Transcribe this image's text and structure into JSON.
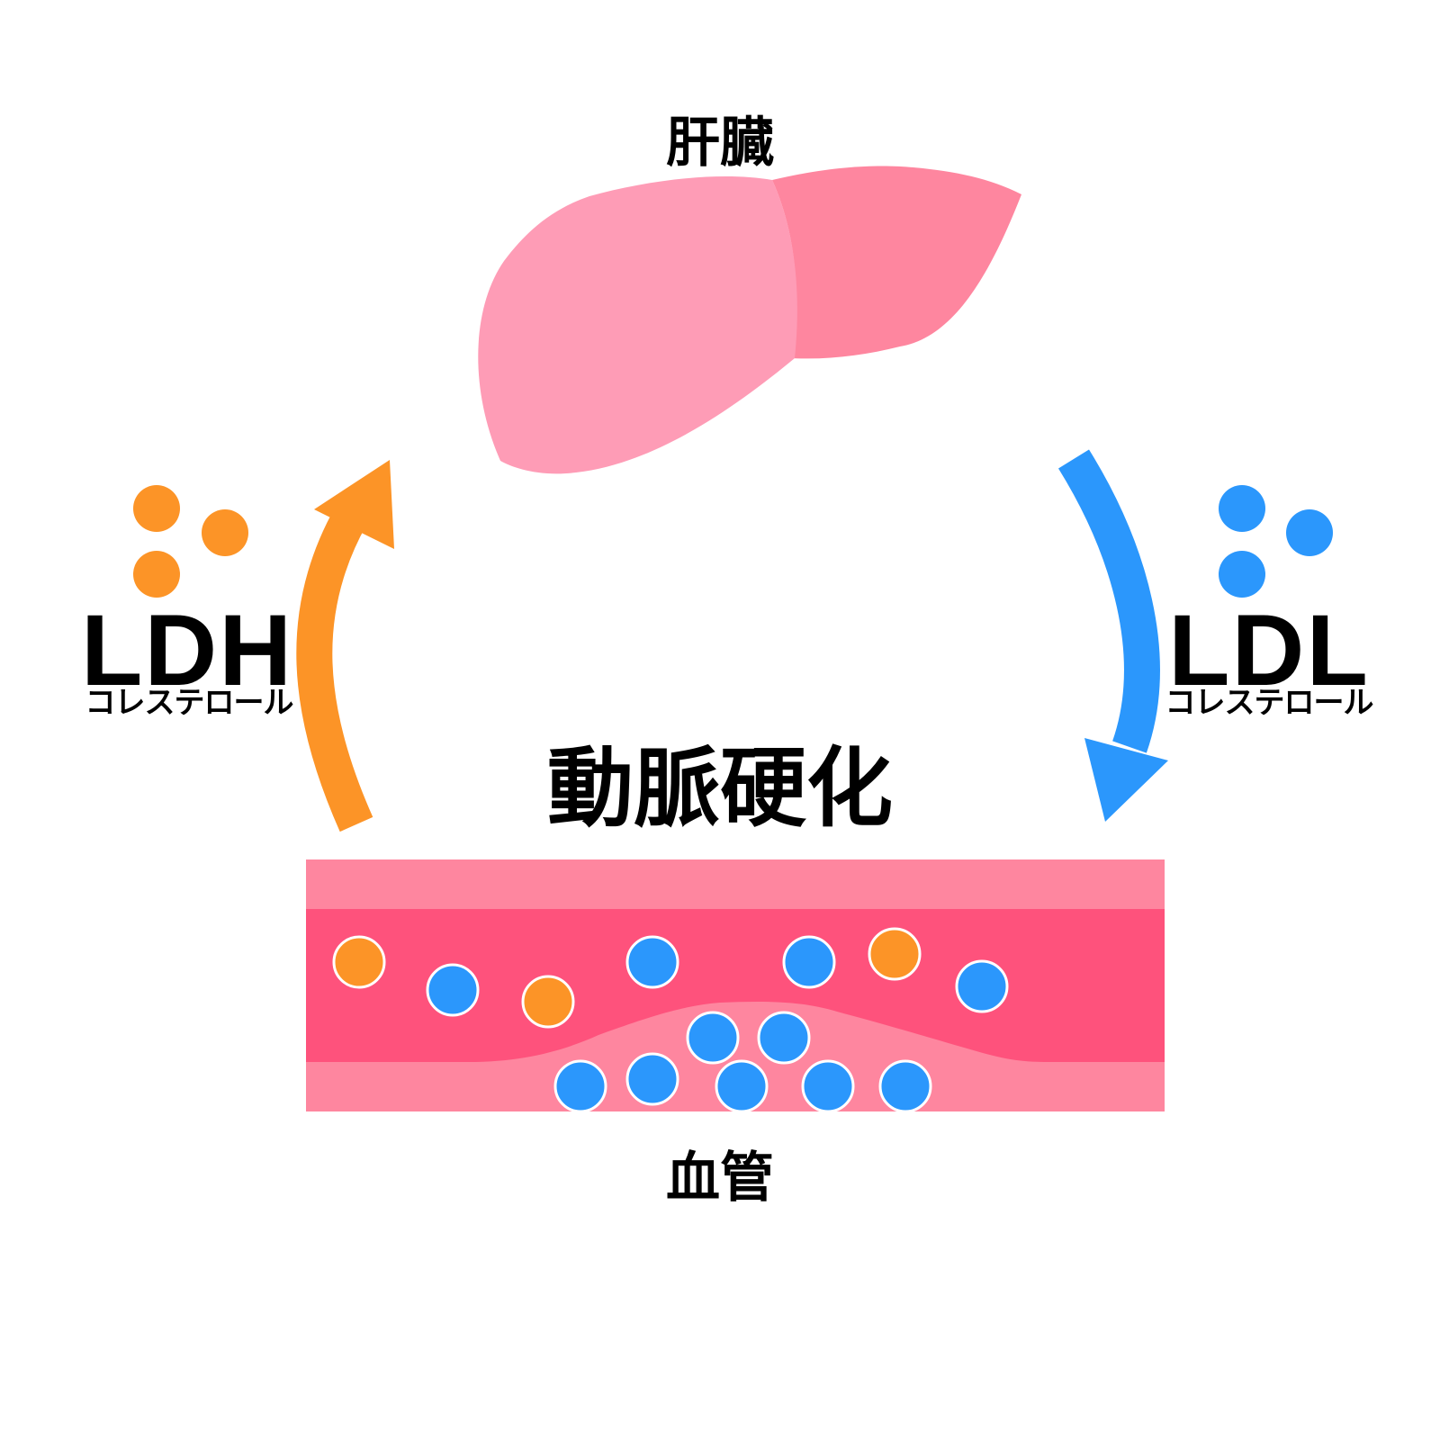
{
  "liver": {
    "label": "肝臓"
  },
  "vessel": {
    "label": "血管"
  },
  "disease": {
    "label": "動脈硬化"
  },
  "good_cholesterol": {
    "code": "LDH",
    "sub": "コレステロール",
    "color": "#fc9427"
  },
  "bad_cholesterol": {
    "code": "LDL",
    "sub": "コレステロール",
    "color": "#2b97fc"
  },
  "colors": {
    "liver_left": "#fe9cb6",
    "liver_right": "#fe869f",
    "vessel_wall": "#fe869f",
    "vessel_lumen": "#fe527c",
    "plaque": "#fe869f"
  }
}
